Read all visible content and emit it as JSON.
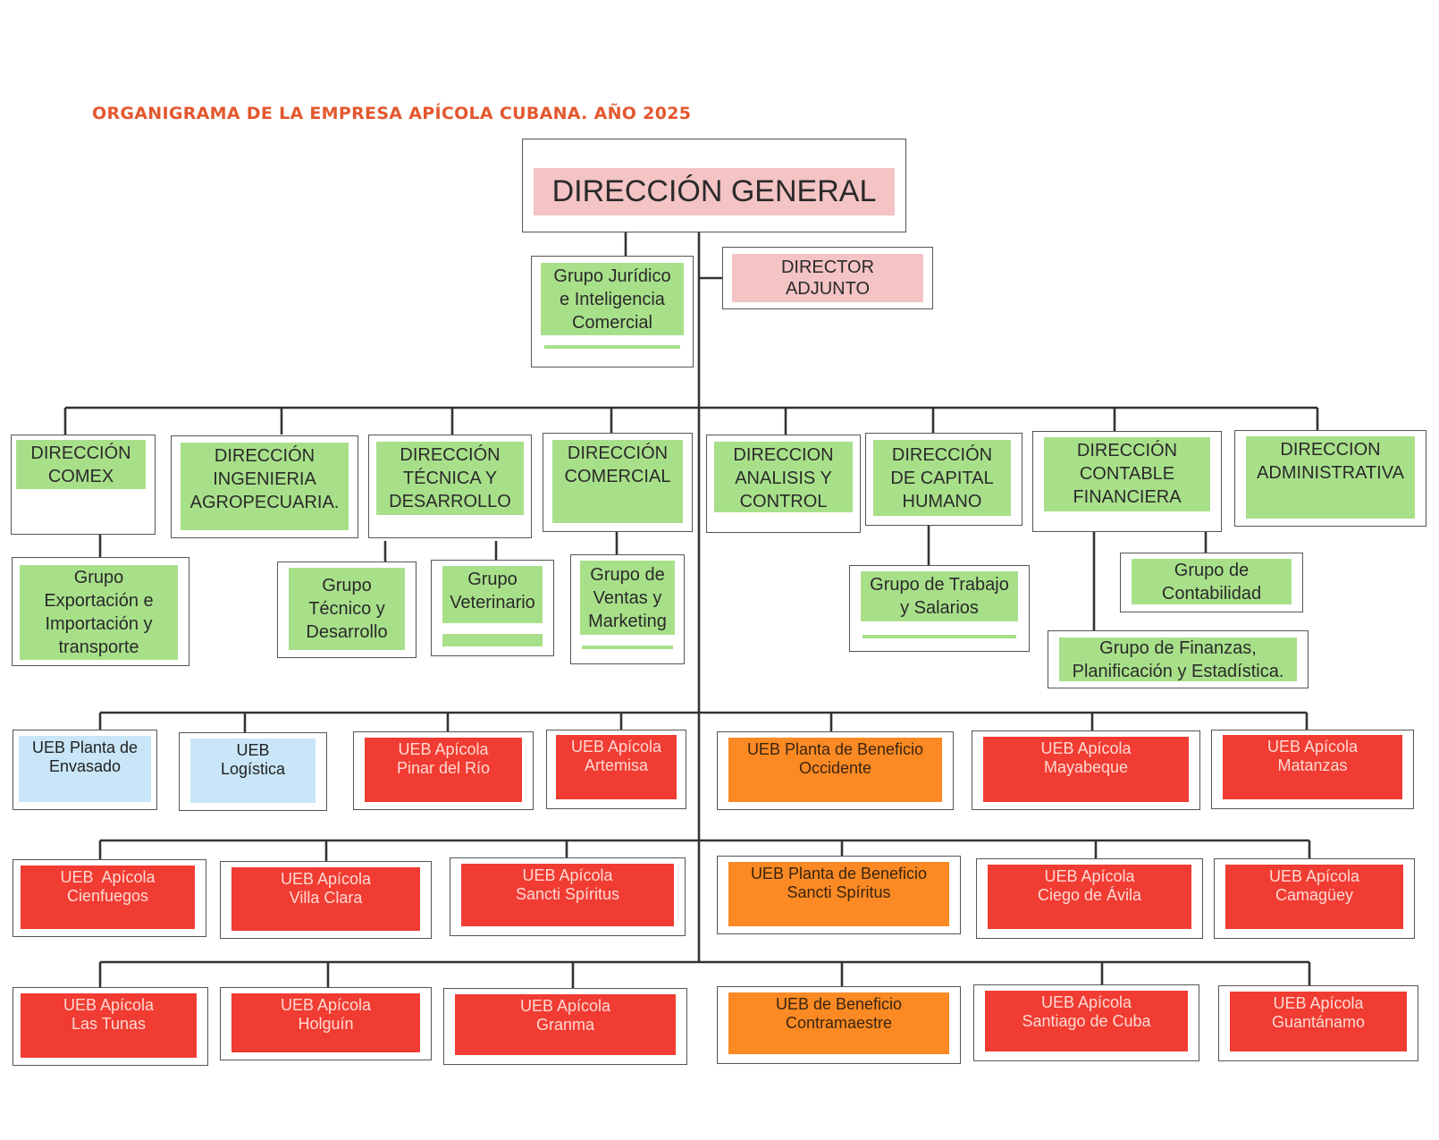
{
  "title": "ORGANIGRAMA DE LA EMPRESA APÍCOLA CUBANA. AÑO 2025",
  "top": {
    "general": "DIRECCIÓN GENERAL",
    "juridico": [
      "Grupo Jurídico",
      "e Inteligencia",
      "Comercial"
    ],
    "adjunto": [
      "DIRECTOR",
      "ADJUNTO"
    ]
  },
  "direcciones": [
    [
      "DIRECCIÓN",
      "COMEX"
    ],
    [
      "DIRECCIÓN",
      "INGENIERIA",
      "AGROPECUARIA."
    ],
    [
      "DIRECCIÓN",
      "TÉCNICA Y",
      "DESARROLLO"
    ],
    [
      "DIRECCIÓN",
      "COMERCIAL"
    ],
    [
      "DIRECCION",
      "ANALISIS Y",
      "CONTROL"
    ],
    [
      "DIRECCIÓN",
      "DE CAPITAL",
      "HUMANO"
    ],
    [
      "DIRECCIÓN",
      "CONTABLE",
      "FINANCIERA"
    ],
    [
      "DIRECCION",
      "ADMINISTRATIVA"
    ]
  ],
  "grupos": [
    [
      "Grupo",
      "Exportación e",
      "Importación y",
      "transporte"
    ],
    [
      "Grupo",
      "Técnico y",
      "Desarrollo"
    ],
    [
      "Grupo",
      "Veterinario"
    ],
    [
      "Grupo de",
      "Ventas y",
      "Marketing"
    ],
    [
      "Grupo de Trabajo",
      "y Salarios"
    ],
    [
      "Grupo de",
      "Contabilidad"
    ],
    [
      "Grupo de Finanzas,",
      "Planificación y Estadística."
    ]
  ],
  "ueb_rows": [
    [
      {
        "lines": [
          "UEB Planta de",
          "Envasado"
        ],
        "kind": "blue"
      },
      {
        "lines": [
          "UEB",
          "Logística"
        ],
        "kind": "blue"
      },
      {
        "lines": [
          "UEB Apícola",
          "Pinar del Río"
        ],
        "kind": "red"
      },
      {
        "lines": [
          "UEB Apícola",
          "Artemisa"
        ],
        "kind": "red"
      },
      {
        "lines": [
          "UEB Planta de Beneficio",
          "Occidente"
        ],
        "kind": "orange"
      },
      {
        "lines": [
          "UEB Apícola",
          "Mayabeque"
        ],
        "kind": "red"
      },
      {
        "lines": [
          "UEB Apícola",
          "Matanzas"
        ],
        "kind": "red"
      }
    ],
    [
      {
        "lines": [
          "UEB  Apícola",
          "Cienfuegos"
        ],
        "kind": "red"
      },
      {
        "lines": [
          "UEB Apícola",
          "Villa Clara"
        ],
        "kind": "red"
      },
      {
        "lines": [
          "UEB Apícola",
          "Sancti Spíritus"
        ],
        "kind": "red"
      },
      {
        "lines": [
          "UEB Planta de Beneficio",
          "Sancti Spíritus"
        ],
        "kind": "orange"
      },
      {
        "lines": [
          "UEB Apícola",
          "Ciego de Ávila"
        ],
        "kind": "red"
      },
      {
        "lines": [
          "UEB Apícola",
          "Camagüey"
        ],
        "kind": "red"
      }
    ],
    [
      {
        "lines": [
          "UEB Apícola",
          "Las Tunas"
        ],
        "kind": "red"
      },
      {
        "lines": [
          "UEB Apícola",
          "Holguín"
        ],
        "kind": "red"
      },
      {
        "lines": [
          "UEB Apícola",
          "Granma"
        ],
        "kind": "red"
      },
      {
        "lines": [
          "UEB de Beneficio",
          "Contramaestre"
        ],
        "kind": "orange"
      },
      {
        "lines": [
          "UEB Apícola",
          "Santiago de Cuba"
        ],
        "kind": "red"
      },
      {
        "lines": [
          "UEB Apícola",
          "Guantánamo"
        ],
        "kind": "red"
      }
    ]
  ],
  "colors": {
    "title": "#e4572e",
    "green": "#a8e08a",
    "pink": "#f4c3c4",
    "red": "#f03c32",
    "orange": "#fb8a24",
    "blue": "#c8e6f7"
  }
}
